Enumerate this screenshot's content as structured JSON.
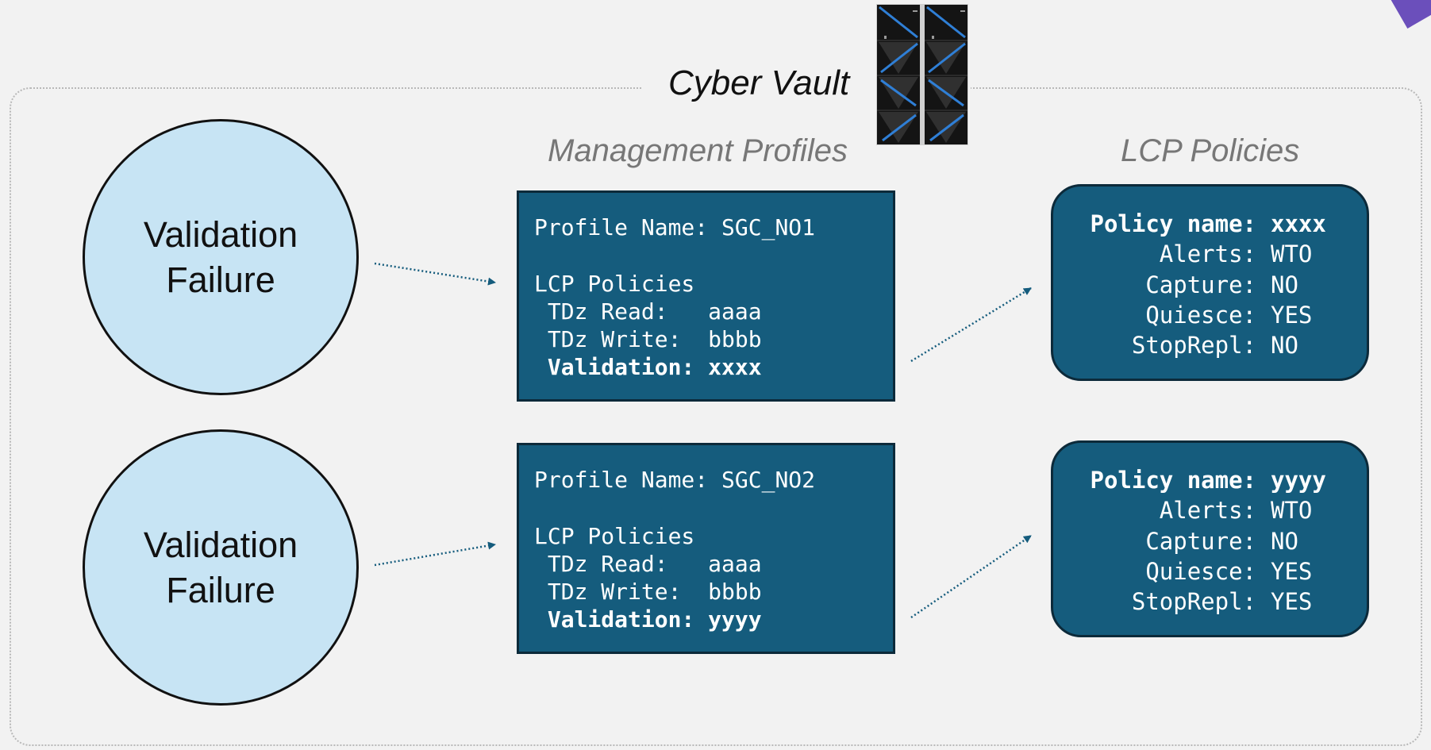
{
  "diagram": {
    "title": "Cyber Vault",
    "headings": {
      "profiles": "Management Profiles",
      "policies": "LCP Policies"
    },
    "colors": {
      "box_fill": "#155c7d",
      "circle_fill": "#c7e4f4",
      "background": "#f2f2f2",
      "arrow": "#155c7d"
    },
    "icons": [
      "server-rack-icon"
    ],
    "events": [
      {
        "line1": "Validation",
        "line2": "Failure"
      },
      {
        "line1": "Validation",
        "line2": "Failure"
      }
    ],
    "profiles": [
      {
        "name_label": "Profile Name:",
        "name_value": "SGC_NO1",
        "section": "LCP Policies",
        "read_label": "TDz Read:",
        "read_value": "aaaa",
        "write_label": "TDz Write:",
        "write_value": "bbbb",
        "validation_label": "Validation:",
        "validation_value": "xxxx"
      },
      {
        "name_label": "Profile Name:",
        "name_value": "SGC_NO2",
        "section": "LCP Policies",
        "read_label": "TDz Read:",
        "read_value": "aaaa",
        "write_label": "TDz Write:",
        "write_value": "bbbb",
        "validation_label": "Validation:",
        "validation_value": "yyyy"
      }
    ],
    "policies": [
      {
        "name_label": "Policy name:",
        "name_value": "xxxx",
        "alerts_label": "Alerts:",
        "alerts_value": "WTO",
        "capture_label": "Capture:",
        "capture_value": "NO",
        "quiesce_label": "Quiesce:",
        "quiesce_value": "YES",
        "stoprepl_label": "StopRepl:",
        "stoprepl_value": "NO"
      },
      {
        "name_label": "Policy name:",
        "name_value": "yyyy",
        "alerts_label": "Alerts:",
        "alerts_value": "WTO",
        "capture_label": "Capture:",
        "capture_value": "NO",
        "quiesce_label": "Quiesce:",
        "quiesce_value": "YES",
        "stoprepl_label": "StopRepl:",
        "stoprepl_value": "YES"
      }
    ]
  }
}
